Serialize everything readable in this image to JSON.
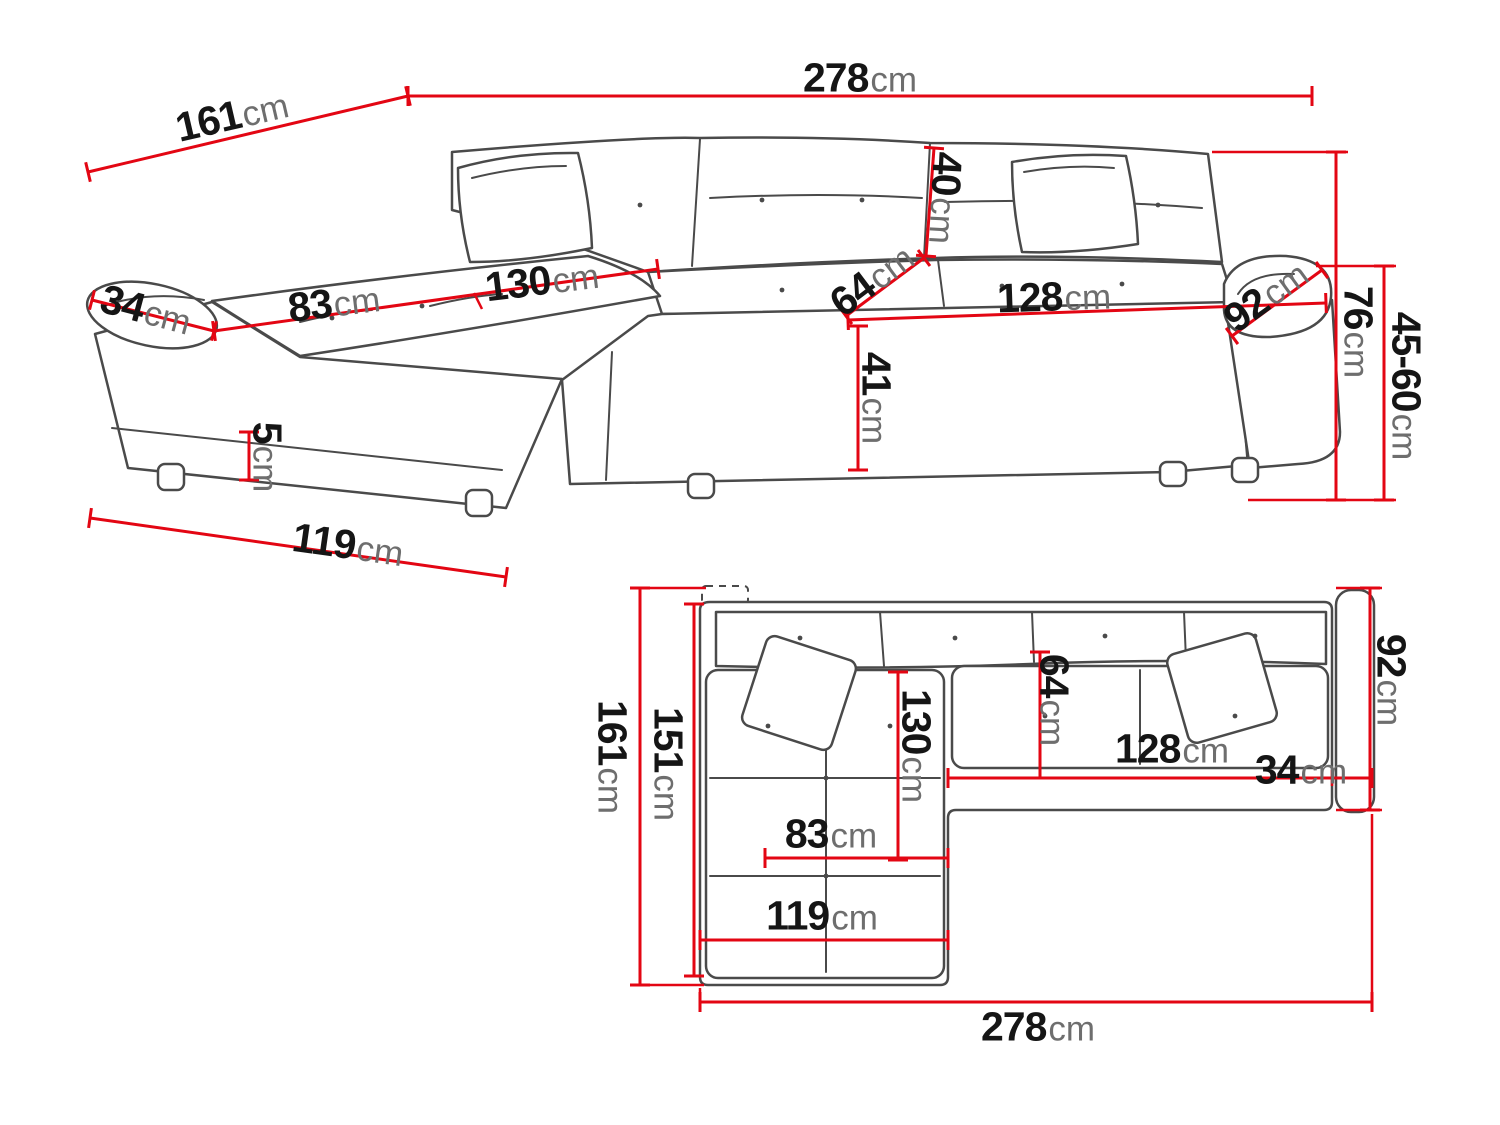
{
  "diagram": {
    "subject": "corner sofa dimensions",
    "views": {
      "perspective_label": "front perspective view",
      "plan_label": "top view"
    }
  },
  "colors": {
    "dimension_red": "#e30613",
    "outline_gray": "#4a4a4a",
    "number_black": "#151515",
    "unit_gray": "#6e6e6e"
  },
  "views": {
    "perspective": {
      "dims": {
        "width_top": {
          "value": "278",
          "unit": "cm"
        },
        "depth_left": {
          "value": "161",
          "unit": "cm"
        },
        "back_height": {
          "value": "40",
          "unit": "cm"
        },
        "back_seat_depth": {
          "value": "64",
          "unit": "cm"
        },
        "seat_width": {
          "value": "128",
          "unit": "cm"
        },
        "armrest_depth": {
          "value": "92",
          "unit": "cm"
        },
        "total_height": {
          "value": "76",
          "unit": "cm"
        },
        "armrest_height": {
          "value": "45-60",
          "unit": "cm"
        },
        "armrest_width": {
          "value": "34",
          "unit": "cm"
        },
        "chaise_seat_width": {
          "value": "83",
          "unit": "cm"
        },
        "chaise_length": {
          "value": "130",
          "unit": "cm"
        },
        "seat_height": {
          "value": "41",
          "unit": "cm"
        },
        "leg_height": {
          "value": "5",
          "unit": "cm"
        },
        "chaise_width": {
          "value": "119",
          "unit": "cm"
        }
      }
    },
    "plan": {
      "dims": {
        "depth_total": {
          "value": "161",
          "unit": "cm"
        },
        "cushion_depth": {
          "value": "151",
          "unit": "cm"
        },
        "chaise_length": {
          "value": "130",
          "unit": "cm"
        },
        "seat_depth": {
          "value": "64",
          "unit": "cm"
        },
        "seat_width": {
          "value": "128",
          "unit": "cm"
        },
        "armrest_width": {
          "value": "34",
          "unit": "cm"
        },
        "armrest_depth": {
          "value": "92",
          "unit": "cm"
        },
        "chaise_seat_width": {
          "value": "83",
          "unit": "cm"
        },
        "chaise_width": {
          "value": "119",
          "unit": "cm"
        },
        "width_total": {
          "value": "278",
          "unit": "cm"
        }
      }
    }
  }
}
